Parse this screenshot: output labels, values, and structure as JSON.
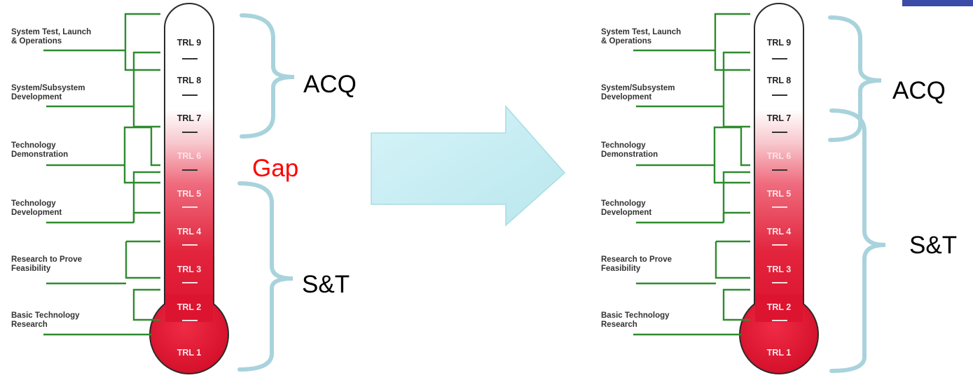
{
  "colors": {
    "green_line": "#2e8b2e",
    "bracket": "#a9d3dc",
    "tube_red": "#e01530",
    "bulb_red": "#e0142d",
    "arrow_fill": "#c6eef3",
    "gap_red": "#ff0000",
    "corner_bar": "#3a4ba8"
  },
  "stages": [
    {
      "line1": "System Test, Launch",
      "line2": "& Operations"
    },
    {
      "line1": "System/Subsystem",
      "line2": "Development"
    },
    {
      "line1": "Technology",
      "line2": "Demonstration"
    },
    {
      "line1": "Technology",
      "line2": "Development"
    },
    {
      "line1": "Research to Prove",
      "line2": "Feasibility"
    },
    {
      "line1": "Basic Technology",
      "line2": "Research"
    }
  ],
  "trl_levels": [
    "TRL 9",
    "TRL 8",
    "TRL 7",
    "TRL 6",
    "TRL 5",
    "TRL 4",
    "TRL 3",
    "TRL 2",
    "TRL 1"
  ],
  "left_panel": {
    "acq_label": "ACQ",
    "gap_label": "Gap",
    "st_label": "S&T"
  },
  "right_panel": {
    "acq_label": "ACQ",
    "st_label": "S&T"
  },
  "arrow_icon": "right-arrow-icon"
}
